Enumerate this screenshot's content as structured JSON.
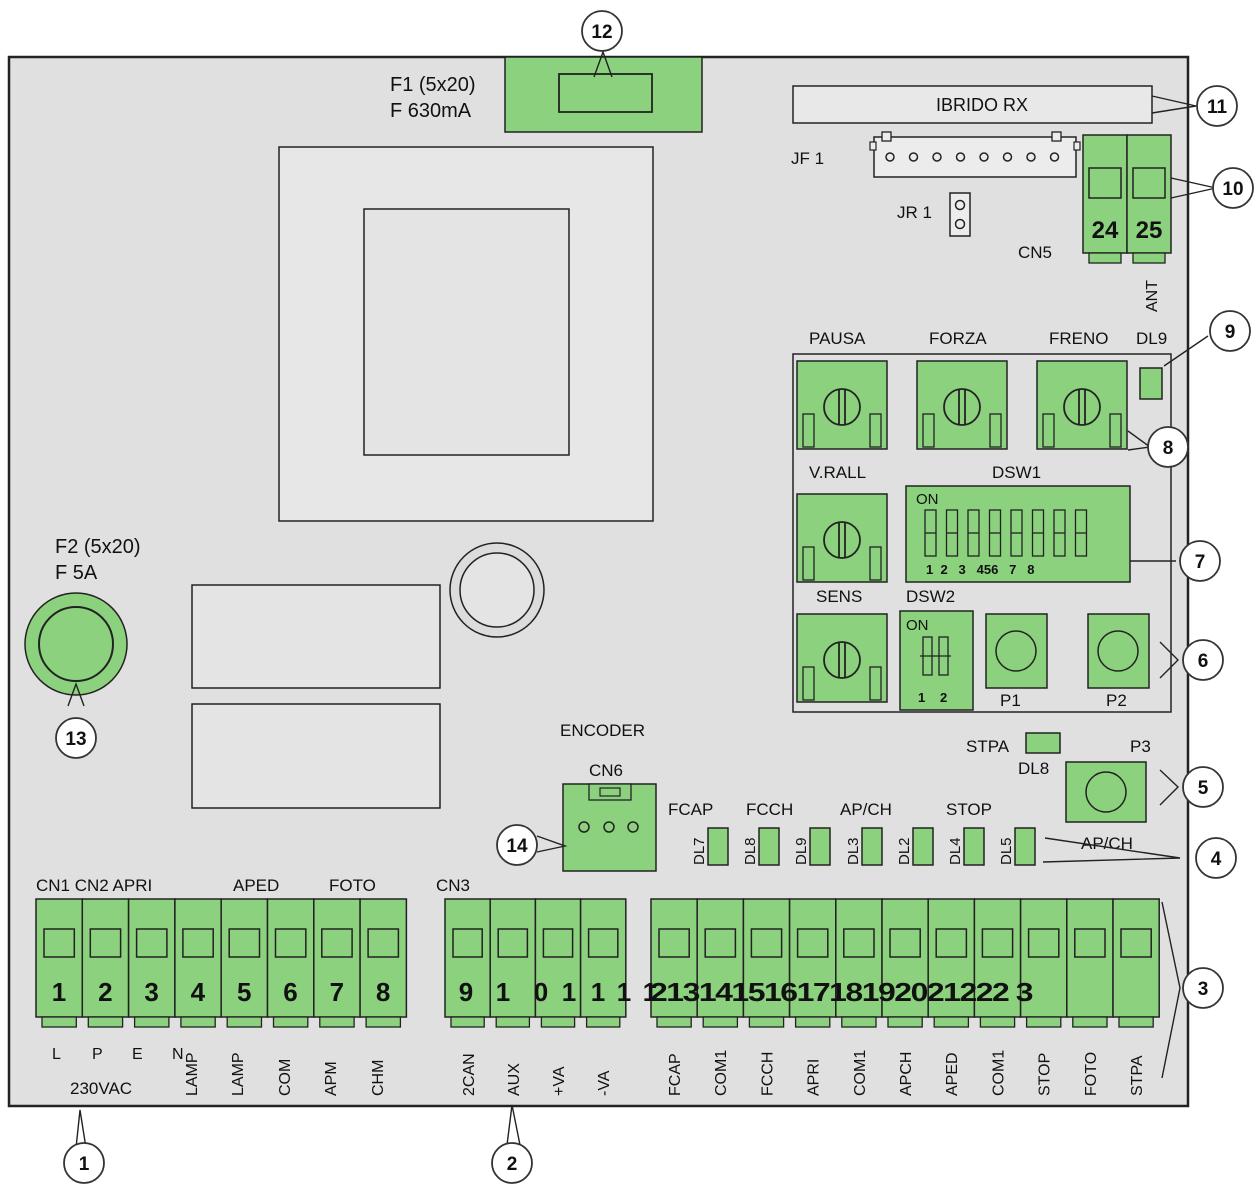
{
  "board": {
    "fuse_f1": {
      "line1": "F1 (5x20)",
      "line2": "F 630mA"
    },
    "fuse_f2": {
      "line1": "F2 (5x20)",
      "line2": "F 5A"
    },
    "receiver": "IBRIDO RX",
    "jf1": "JF 1",
    "jr1": "JR 1",
    "cn5": "CN5",
    "antenna_terminals": [
      "24",
      "25"
    ],
    "antenna_label": "ANT",
    "trimmers_top": [
      "PAUSA",
      "FORZA",
      "FRENO"
    ],
    "dl9": "DL9",
    "v_rall": "V.RALL",
    "dsw1": {
      "title": "DSW1",
      "on": "ON",
      "numbers": [
        "1",
        "2",
        "3",
        "456",
        "7",
        "8"
      ]
    },
    "sens": "SENS",
    "dsw2": {
      "title": "DSW2",
      "on": "ON",
      "numbers": [
        "1",
        "2"
      ]
    },
    "buttons": {
      "p1": "P1",
      "p2": "P2",
      "p3": "P3",
      "p3_caption": "AP/CH"
    },
    "stpa": "STPA",
    "dl8": "DL8",
    "encoder": "ENCODER",
    "cn6": "CN6",
    "led_groups": [
      "FCAP",
      "FCCH",
      "AP/CH",
      "STOP"
    ],
    "led_names": [
      "DL7",
      "DL8",
      "DL9",
      "DL3",
      "DL2",
      "DL4",
      "DL5"
    ],
    "ap_ch_bottom": "AP/CH",
    "block1_headers": [
      "CN1 CN2 APRI",
      "APED",
      "FOTO"
    ],
    "block1_numbers": [
      "1",
      "2",
      "3",
      "4",
      "5",
      "6",
      "7",
      "8"
    ],
    "block1_labels": [
      "L",
      "P",
      "E",
      "N",
      "LAMP",
      "LAMP",
      "COM",
      "APM",
      "CHM"
    ],
    "block1_voltage": "230VAC",
    "block2_header": "CN3",
    "block2_numbers": [
      "9",
      "1",
      "0",
      "1",
      "1",
      "1",
      "1"
    ],
    "block2_labels": [
      "2CAN",
      "AUX",
      "+VA",
      "-VA"
    ],
    "block3_numbers": "2131415161718192021222 3",
    "block3_labels": [
      "FCAP",
      "COM1",
      "FCCH",
      "APRI",
      "COM1",
      "APCH",
      "APED",
      "COM1",
      "STOP",
      "FOTO",
      "STPA"
    ]
  },
  "callouts": [
    "1",
    "2",
    "3",
    "4",
    "5",
    "6",
    "7",
    "8",
    "9",
    "10",
    "11",
    "12",
    "13",
    "14"
  ],
  "colors": {
    "board": "#e0e0e0",
    "component": "#8cd17d",
    "component_dark": "#72bd63",
    "outline": "#222222"
  }
}
